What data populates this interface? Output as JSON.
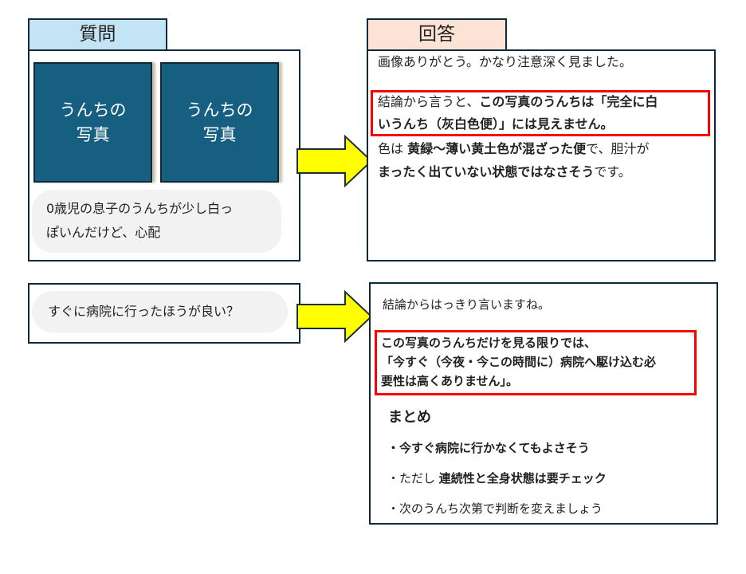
{
  "question": {
    "header": "質問",
    "photos": [
      {
        "label_line1": "うんちの",
        "label_line2": "写真"
      },
      {
        "label_line1": "うんちの",
        "label_line2": "写真"
      }
    ],
    "message_line1": "0歳児の息子のうんちが少し白っ",
    "message_line2": "ぽいんだけど、心配"
  },
  "answer": {
    "header": "回答",
    "intro": "画像ありがとう。かなり注意深く見ました。",
    "conclusion_normal": "結論から言うと、",
    "conclusion_bold_1": "この写真のうんちは「完全に白",
    "conclusion_bold_2": "いうんち（灰白色便）」には見えません。",
    "color_1": "色は ",
    "color_bold_1": "黄緑〜薄い黄土色が混ざった便",
    "color_2": "で、胆汁が",
    "color_bold_2": "まったく出ていない状態ではなさそう",
    "color_3": "です。"
  },
  "question2": {
    "message": "すぐに病院に行ったほうが良い？"
  },
  "answer2": {
    "intro": "結論からはっきり言いますね。",
    "highlight_1": "この写真のうんちだけを見る限りでは、",
    "highlight_2": "「今すぐ（今夜・今この時間に）病院へ駆け込む必",
    "highlight_3": "要性は高くありません」。",
    "summary_title": "まとめ",
    "bullet_1": "・今すぐ病院に行かなくてもよさそう",
    "bullet_2_normal": "・ただし ",
    "bullet_2_bold": "連続性と全身状態は要チェック",
    "bullet_3": "・次のうんち次第で判断を変えましょう"
  },
  "colors": {
    "question_header": "#c3e4f5",
    "answer_header": "#fde3d6",
    "photo": "#175f80",
    "arrow": "#ffff00",
    "highlight_border": "#ff0000"
  }
}
